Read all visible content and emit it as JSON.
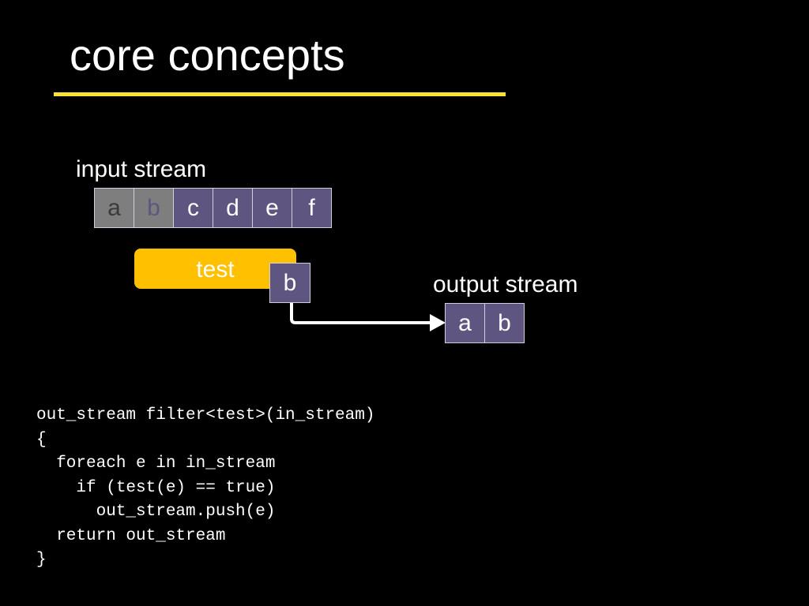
{
  "slide": {
    "title": "core concepts"
  },
  "input_stream": {
    "label": "input stream",
    "cells": [
      "a",
      "b",
      "c",
      "d",
      "e",
      "f"
    ]
  },
  "filter": {
    "label": "test",
    "current_element": "b"
  },
  "output_stream": {
    "label": "output stream",
    "cells": [
      "a",
      "b"
    ]
  },
  "code": {
    "lines": [
      "out_stream filter<test>(in_stream)",
      "{",
      "  foreach e in in_stream",
      "    if (test(e) == true)",
      "      out_stream.push(e)",
      "  return out_stream",
      "}"
    ]
  },
  "colors": {
    "background": "#000000",
    "accent_rule": "#f6e234",
    "cell_fill": "#5e5580",
    "consumed_cell_fill": "#7e7e7e",
    "test_fill": "#ffc000",
    "text": "#ffffff"
  }
}
